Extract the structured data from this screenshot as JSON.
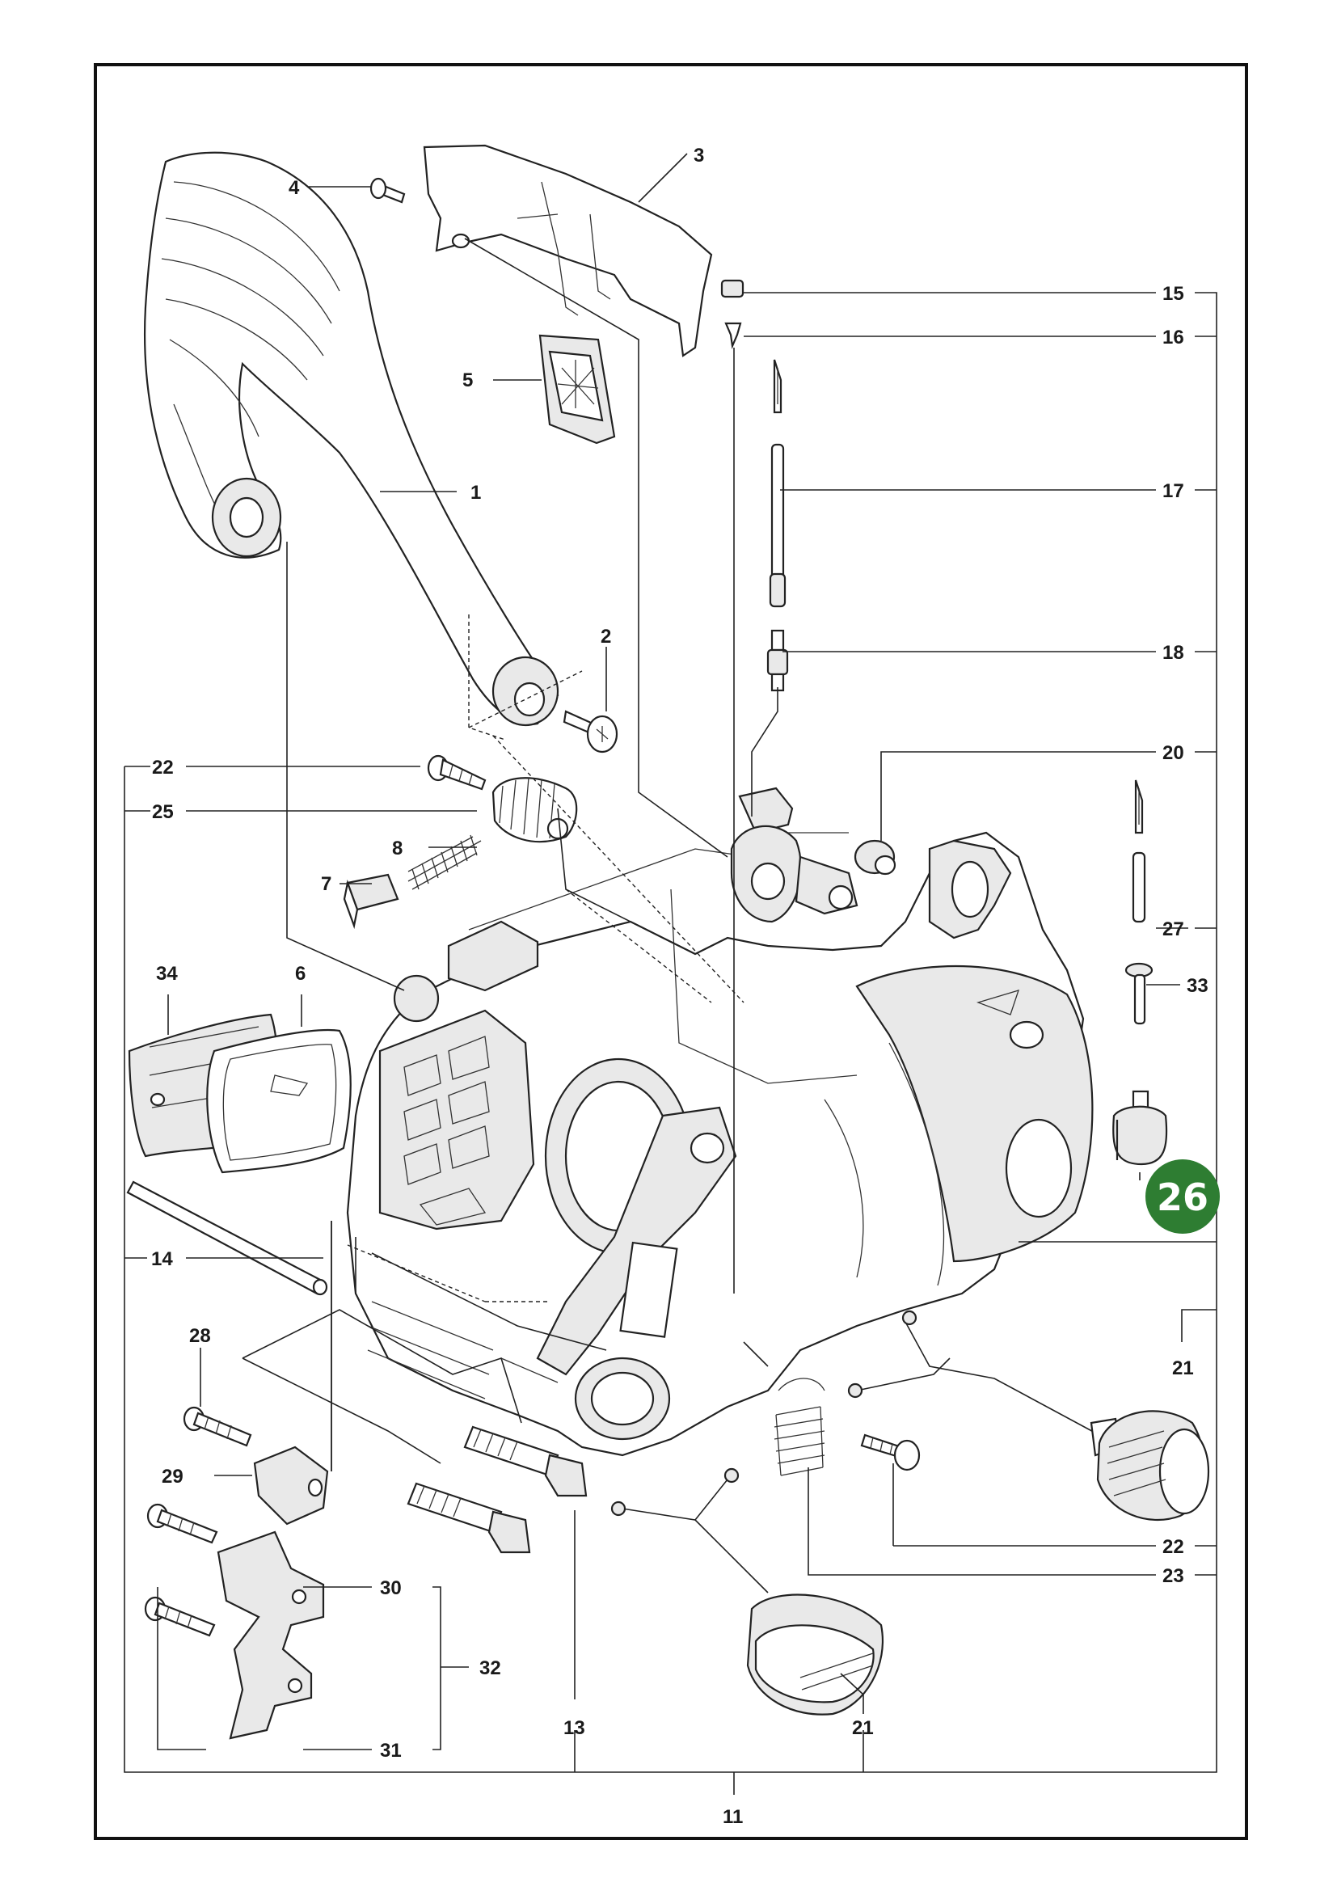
{
  "diagram": {
    "badge_number": "26",
    "badge_color": "#2e7d32",
    "frame_color": "#111111",
    "callouts": {
      "c1": "1",
      "c2": "2",
      "c3": "3",
      "c4": "4",
      "c5": "5",
      "c6": "6",
      "c7": "7",
      "c8": "8",
      "c11": "11",
      "c13": "13",
      "c14": "14",
      "c15": "15",
      "c16": "16",
      "c17": "17",
      "c18": "18",
      "c20": "20",
      "c21a": "21",
      "c21b": "21",
      "c22a": "22",
      "c22b": "22",
      "c23": "23",
      "c25": "25",
      "c27": "27",
      "c28": "28",
      "c29": "29",
      "c30": "30",
      "c31": "31",
      "c32": "32",
      "c33": "33",
      "c34": "34"
    }
  }
}
